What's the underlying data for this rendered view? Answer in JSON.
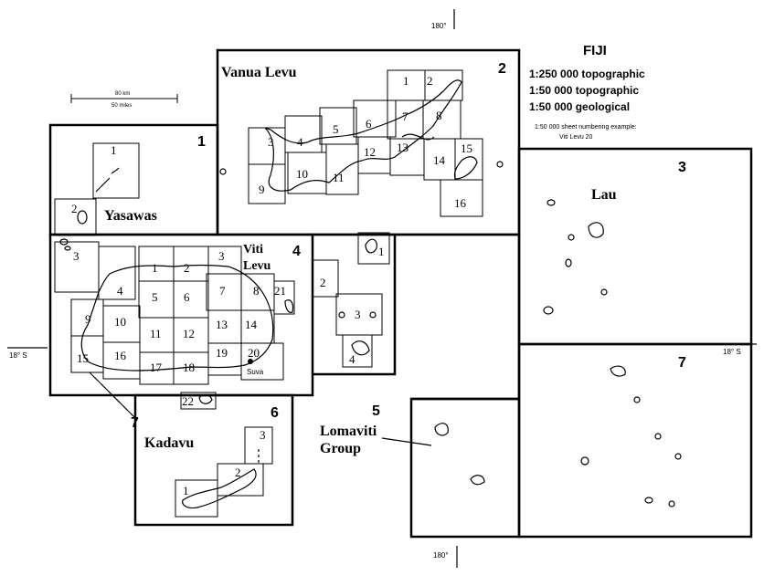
{
  "title": "FIJI",
  "legend": {
    "line1": "1:250 000 topographic",
    "line2": "1:50 000 topographic",
    "line3": "1:50 000 geological",
    "example_line1": "1:50 000 sheet numbering example:",
    "example_line2": "Viti Levu 20"
  },
  "scale_bar": {
    "km_label": "80 km",
    "miles_label": "50 miles"
  },
  "meridian_top": "180°",
  "meridian_bottom": "180°",
  "parallel_left": "18° S",
  "parallel_right": "18° S",
  "regions": {
    "r1": {
      "number": "1",
      "name": "Yasawas"
    },
    "r2": {
      "number": "2",
      "name": "Vanua Levu"
    },
    "r3": {
      "number": "3",
      "name": "Lau"
    },
    "r4": {
      "number": "4",
      "name_line1": "Viti",
      "name_line2": "Levu"
    },
    "r5": {
      "number": "5",
      "name_line1": "Lomaviti",
      "name_line2": "Group"
    },
    "r6": {
      "number": "6",
      "name": "Kadavu"
    },
    "r7": {
      "number": "7",
      "pointer_number": "7"
    }
  },
  "place_suva": "Suva",
  "sheets": {
    "yasawas": [
      "1",
      "2",
      "3"
    ],
    "vanua_levu": [
      "1",
      "2",
      "3",
      "4",
      "5",
      "6",
      "7",
      "8",
      "9",
      "10",
      "11",
      "12",
      "13",
      "14",
      "15",
      "16"
    ],
    "viti_levu": [
      "1",
      "2",
      "3",
      "4",
      "5",
      "6",
      "7",
      "8",
      "9",
      "10",
      "11",
      "12",
      "13",
      "14",
      "15",
      "16",
      "17",
      "18",
      "19",
      "20",
      "21",
      "22"
    ],
    "lomaviti": [
      "1",
      "2",
      "3",
      "4"
    ],
    "kadavu": [
      "1",
      "2",
      "3"
    ]
  }
}
